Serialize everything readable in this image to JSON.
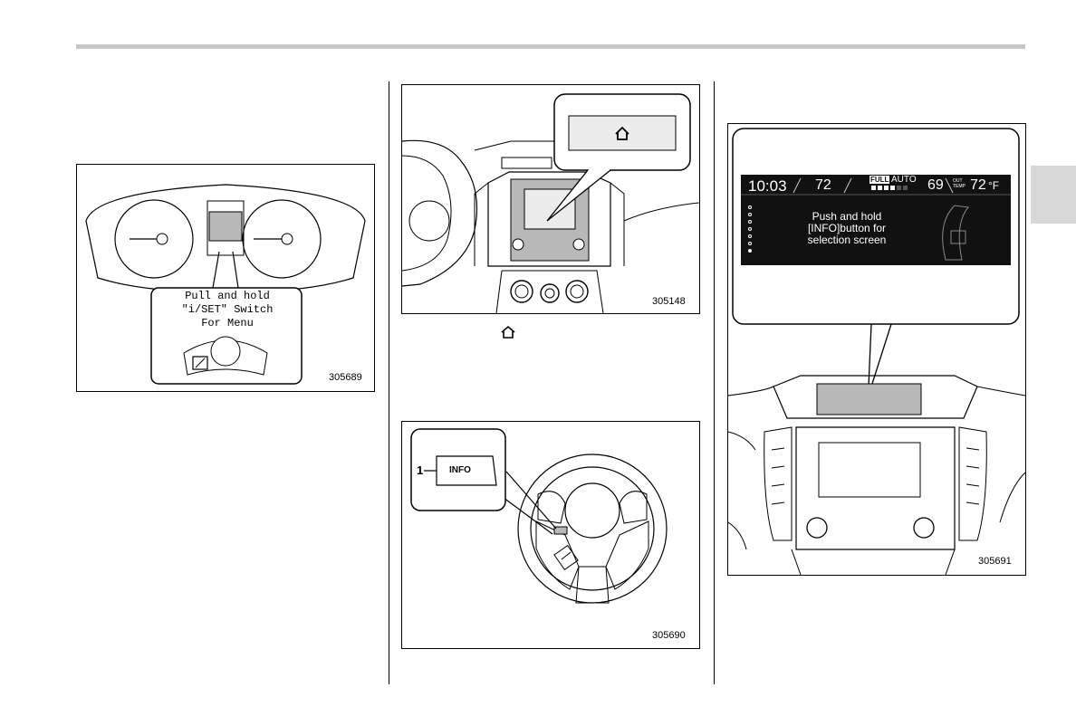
{
  "figure_left": {
    "callout": "Pull and hold\n\"i/SET\" Switch\nFor Menu",
    "number": "305689"
  },
  "figure_middle_top": {
    "number": "305148"
  },
  "figure_middle_bottom": {
    "callout_number": "1",
    "button_label": "INFO",
    "number": "305690"
  },
  "figure_right": {
    "clock": "10:03",
    "temp_left": "72",
    "fan_mode_full": "FULL",
    "fan_mode_auto": "AUTO",
    "temp_right": "69",
    "out_label_1": "OUT",
    "out_label_2": "TEMP",
    "outside_temp": "72",
    "outside_unit": "°F",
    "message": "Push and hold\n[INFO]button for\nselection screen",
    "number": "305691"
  },
  "colors": {
    "fill_gray": "#b8b8b8",
    "screen_black": "#111111",
    "tab_gray": "#d8d8d8"
  }
}
